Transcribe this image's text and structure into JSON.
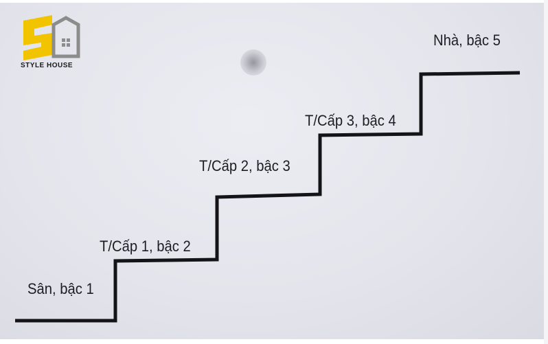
{
  "logo": {
    "text": "STYLE HOUSE",
    "colors": {
      "yellow": "#f2c400",
      "gray": "#8c8c8c",
      "dark": "#2b2b2b"
    }
  },
  "steps": [
    {
      "label": "Sân, bậc 1"
    },
    {
      "label": "T/Cấp 1, bậc 2"
    },
    {
      "label": "T/Cấp 2, bậc 3"
    },
    {
      "label": "T/Cấp 3, bậc 4"
    },
    {
      "label": "Nhà, bậc 5"
    }
  ],
  "colors": {
    "line": "#141418",
    "text": "#1d1d24"
  }
}
